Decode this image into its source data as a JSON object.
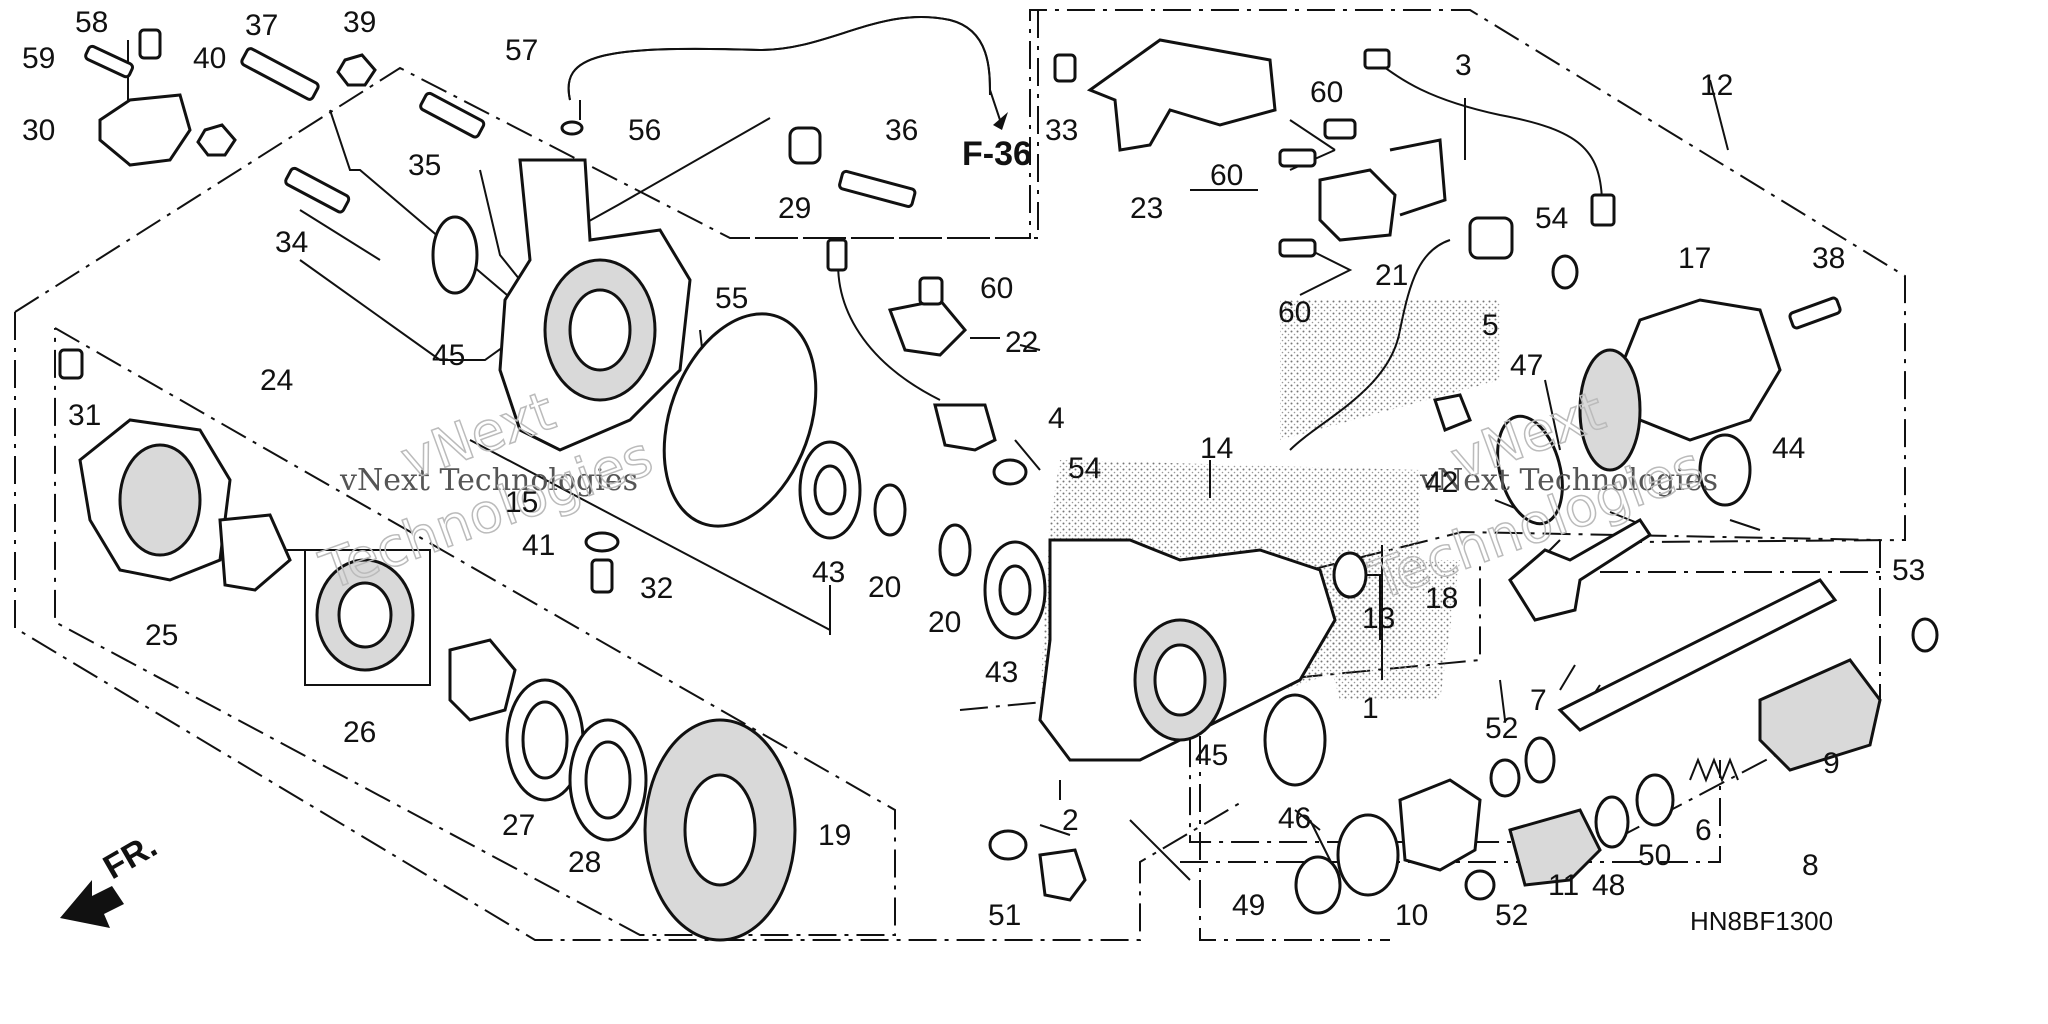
{
  "diagram": {
    "code": "HN8BF1300",
    "reference": "F-36",
    "direction_label": "FR.",
    "watermark": [
      "vNext Technologies",
      "vNext",
      "Technologies",
      "vNext Technologies",
      "vNext",
      "Technologies"
    ],
    "labels": [
      "58",
      "37",
      "39",
      "59",
      "40",
      "30",
      "57",
      "3",
      "12",
      "33",
      "60",
      "60",
      "56",
      "36",
      "35",
      "34",
      "29",
      "23",
      "60",
      "54",
      "21",
      "17",
      "38",
      "5",
      "45",
      "55",
      "60",
      "22",
      "24",
      "31",
      "4",
      "54",
      "47",
      "44",
      "14",
      "42",
      "15",
      "41",
      "32",
      "43",
      "20",
      "20",
      "18",
      "13",
      "43",
      "53",
      "25",
      "26",
      "1",
      "52",
      "7",
      "9",
      "45",
      "27",
      "28",
      "19",
      "46",
      "2",
      "6",
      "8",
      "50",
      "48",
      "49",
      "10",
      "52",
      "11",
      "51"
    ]
  }
}
